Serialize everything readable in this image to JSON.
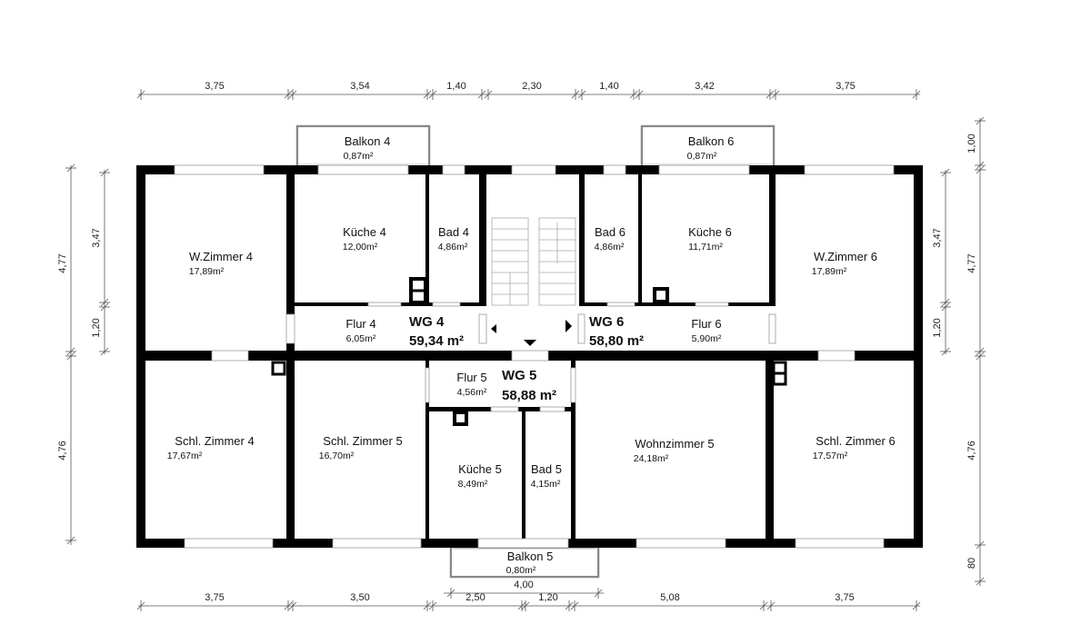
{
  "units": [
    {
      "name": "WG 4",
      "area": "59,34 m²"
    },
    {
      "name": "WG 5",
      "area": "58,88 m²"
    },
    {
      "name": "WG 6",
      "area": "58,80 m²"
    }
  ],
  "rooms": [
    {
      "name": "Balkon 4",
      "area": "0,87m²"
    },
    {
      "name": "Balkon 6",
      "area": "0,87m²"
    },
    {
      "name": "W.Zimmer 4",
      "area": "17,89m²"
    },
    {
      "name": "Küche 4",
      "area": "12,00m²"
    },
    {
      "name": "Bad 4",
      "area": "4,86m²"
    },
    {
      "name": "Bad 6",
      "area": "4,86m²"
    },
    {
      "name": "Küche 6",
      "area": "11,71m²"
    },
    {
      "name": "W.Zimmer 6",
      "area": "17,89m²"
    },
    {
      "name": "Flur 4",
      "area": "6,05m²"
    },
    {
      "name": "Flur 6",
      "area": "5,90m²"
    },
    {
      "name": "Flur 5",
      "area": "4,56m²"
    },
    {
      "name": "Schl. Zimmer 4",
      "area": "17,67m²"
    },
    {
      "name": "Schl. Zimmer 5",
      "area": "16,70m²"
    },
    {
      "name": "Küche 5",
      "area": "8,49m²"
    },
    {
      "name": "Bad 5",
      "area": "4,15m²"
    },
    {
      "name": "Wohnzimmer 5",
      "area": "24,18m²"
    },
    {
      "name": "Schl. Zimmer 6",
      "area": "17,57m²"
    },
    {
      "name": "Balkon 5",
      "area": "0,80m²"
    }
  ],
  "dimensions": {
    "top": [
      "3,75",
      "3,54",
      "1,40",
      "2,30",
      "1,40",
      "3,42",
      "3,75"
    ],
    "bottom": [
      "3,75",
      "3,50",
      "2,50",
      "1,20",
      "5,08",
      "3,75"
    ],
    "bottom_balcony": "4,00",
    "left_outer": [
      "4,77",
      "4,76"
    ],
    "left_inner": [
      "3,47",
      "1,20"
    ],
    "right_inner": [
      "3,47",
      "1,20"
    ],
    "right_outer": [
      "1,00",
      "4,77",
      "4,76",
      "80"
    ]
  }
}
